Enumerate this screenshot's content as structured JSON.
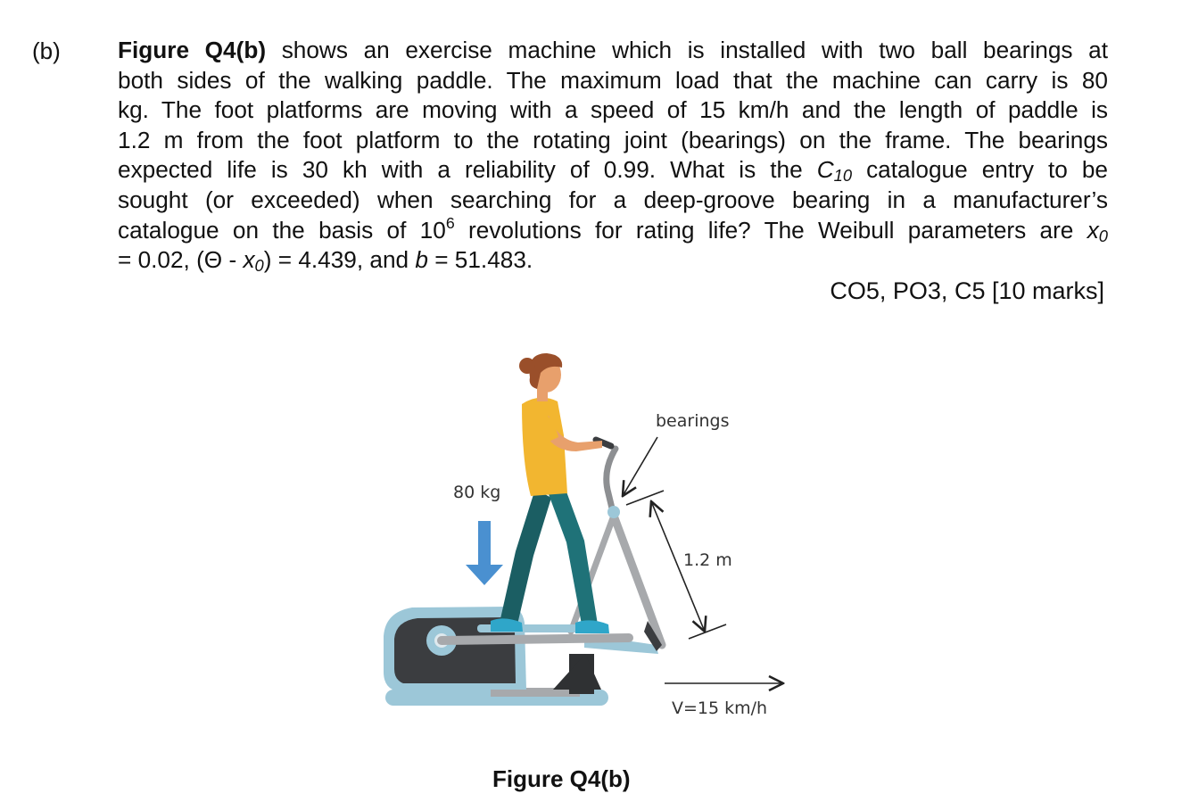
{
  "question": {
    "part_label": "(b)",
    "lines": [
      {
        "bold": "Figure Q4(b)",
        "text": " shows an exercise machine which is installed with two ball bearings at"
      },
      {
        "text": "both sides of the walking paddle. The maximum load that the machine can carry is 80"
      },
      {
        "text": "kg. The foot platforms are moving with a speed of 15 km/h and the length of paddle is"
      },
      {
        "text": "1.2 m from the foot platform to the rotating joint (bearings) on the frame. The bearings"
      },
      {
        "text_a": "expected life is 30 kh with a reliability of 0.99. What is the ",
        "var": "C",
        "sub": "10",
        "text_b": " catalogue entry to be"
      },
      {
        "text": "sought (or exceeded) when searching for a deep-groove bearing in a manufacturer’s"
      },
      {
        "text_a": "catalogue on the basis of 10",
        "sup": "6",
        "text_b": " revolutions for rating life? The Weibull parameters are ",
        "var": "x",
        "sub": "0"
      },
      {
        "text_a": "= 0.02, (Θ - ",
        "var": "x",
        "sub": "0",
        "text_b": ") = 4.439, and ",
        "var2": "b",
        "text_c": " = 51.483."
      }
    ],
    "marks": "CO5, PO3, C5 [10 marks]"
  },
  "figure": {
    "labels": {
      "bearings": "bearings",
      "load": "80 kg",
      "length": "1.2 m",
      "velocity": "V=15 km/h"
    },
    "caption": "Figure Q4(b)",
    "colors": {
      "shirt": "#f2b630",
      "pants": "#1f7278",
      "skin": "#e8a06c",
      "hair": "#9a4f2a",
      "machine_body": "#3b3d40",
      "machine_trim": "#9cc7d8",
      "machine_rail": "#a7a9ac",
      "shoes": "#2fa6c9",
      "load_arrow": "#4a90d0"
    }
  }
}
